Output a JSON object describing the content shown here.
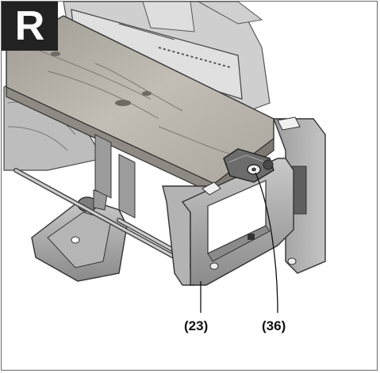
{
  "figure": {
    "letter": "R"
  },
  "callouts": [
    {
      "label": "(23)"
    },
    {
      "label": "(36)"
    }
  ],
  "colors": {
    "badge_background": "#222222",
    "badge_text": "#ffffff",
    "metal": "#a9a9a9",
    "metal_dark": "#6f6f6f",
    "wood": "#b7b2aa",
    "leader_line": "#111111"
  }
}
